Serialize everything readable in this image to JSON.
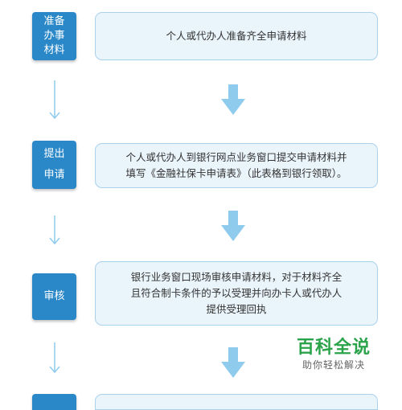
{
  "steps": [
    {
      "label_lines": [
        "准备",
        "办事",
        "材料"
      ],
      "content_lines": [
        "个人或代办人准备齐全申请材料"
      ]
    },
    {
      "label_lines": [
        "提出",
        "申请"
      ],
      "content_lines": [
        "个人或代办人到银行网点业务窗口提交申请材料并",
        "填写《金融社保卡申请表》（此表格到银行领取）。"
      ]
    },
    {
      "label_lines": [
        "审核"
      ],
      "content_lines": [
        "银行业务窗口现场审核申请材料，对于材料齐全",
        "且符合制卡条件的予以受理并向办卡人或代办人",
        "提供受理回执"
      ]
    }
  ],
  "watermark": {
    "title": "百科全说",
    "subtitle": "助你轻松解决"
  },
  "colors": {
    "label_bg": "#2a88c8",
    "box_bg": "#eaf4fb",
    "box_border": "#a9d1ec",
    "arrow": "#8fcbec",
    "watermark_green": "#2aa34a"
  }
}
